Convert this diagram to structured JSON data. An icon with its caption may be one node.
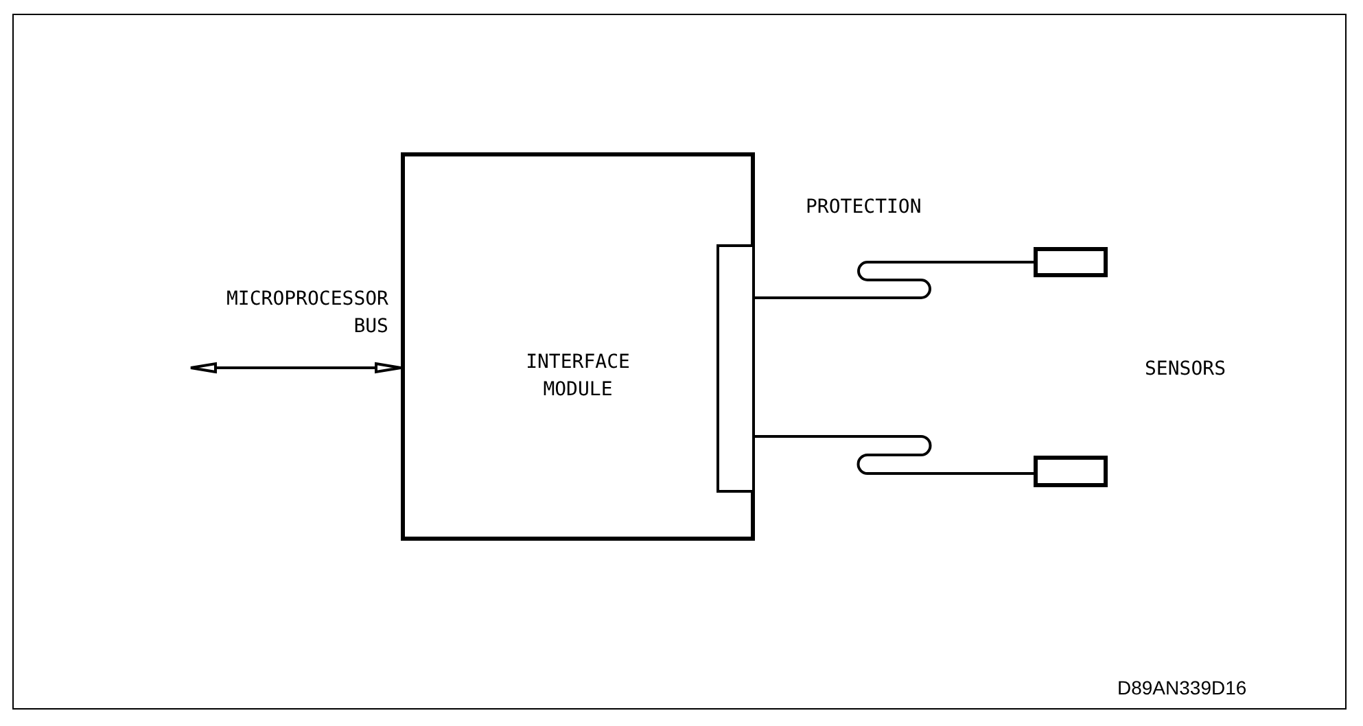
{
  "diagram": {
    "nodes": [
      {
        "text": [
          "INTERFACE MODULE"
        ]
      },
      {
        "text": [],
        "shape": "bar",
        "in": 0
      },
      {
        "text": [],
        "shape": "box"
      },
      {
        "text": [],
        "shape": "box"
      }
    ],
    "edges": [
      {
        "from": null,
        "to": 0,
        "arrow": "both"
      },
      {
        "from": 1,
        "to": 2,
        "arrow": "none"
      },
      {
        "from": 1,
        "to": 3,
        "arrow": "none"
      }
    ],
    "labels": [
      "MICROPROCESSOR BUS",
      "PROTECTION",
      "SENSORS",
      "D89AN339D16"
    ]
  }
}
